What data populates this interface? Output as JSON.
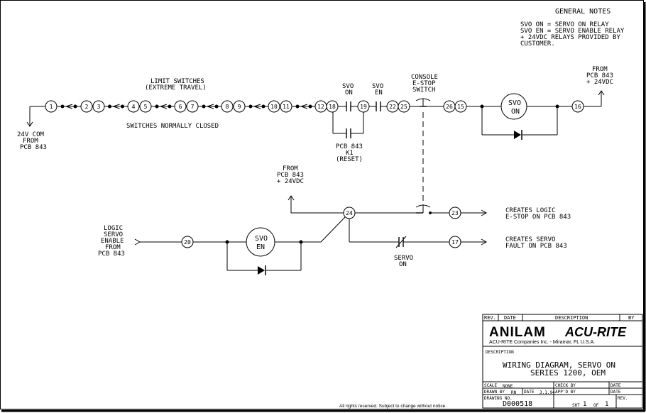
{
  "general_notes": {
    "heading": "GENERAL NOTES",
    "lines": [
      "SVO ON = SERVO ON RELAY",
      "SVO EN = SERVO ENABLE RELAY",
      "+ 24VDC RELAYS PROVIDED BY",
      "CUSTOMER."
    ]
  },
  "labels": {
    "limit_switches": [
      "LIMIT SWITCHES",
      "(EXTREME TRAVEL)"
    ],
    "switches_closed": "SWITCHES NORMALLY CLOSED",
    "com_from": [
      "24V COM",
      "FROM",
      "PCB 843"
    ],
    "svo_on_contact": [
      "SVO",
      "ON"
    ],
    "svo_en_contact": [
      "SVO",
      "EN"
    ],
    "console_estop": [
      "CONSOLE",
      "E-STOP",
      "SWITCH"
    ],
    "from_pcb_right": [
      "FROM",
      "PCB 843",
      "+ 24VDC"
    ],
    "relay_svo_on": [
      "SVO",
      "ON"
    ],
    "pcb_k1": [
      "PCB 843",
      "K1",
      "(RESET)"
    ],
    "from_pcb_mid": [
      "FROM",
      "PCB 843",
      "+ 24VDC"
    ],
    "logic_servo": [
      "LOGIC",
      "SERVO",
      "ENABLE",
      "FROM",
      "PCB 843"
    ],
    "relay_svo_en": [
      "SVO",
      "EN"
    ],
    "creates_logic": [
      "CREATES LOGIC",
      "E-STOP ON PCB 843"
    ],
    "creates_servo": [
      "CREATES SERVO",
      "FAULT ON PCB 843"
    ],
    "servo_on_contact": [
      "SERVO",
      "ON"
    ]
  },
  "nodes": {
    "top": [
      "1",
      "2",
      "3",
      "4",
      "5",
      "6",
      "7",
      "8",
      "9",
      "10",
      "11",
      "12",
      "18",
      "19",
      "22",
      "25",
      "26",
      "15",
      "16"
    ],
    "mid": [
      "24",
      "23",
      "20",
      "17"
    ]
  },
  "title_block": {
    "rev_header": "REV.",
    "date_header": "DATE",
    "description_header": "DESCRIPTION",
    "by_header": "BY",
    "brand_left": "ANILAM",
    "brand_right": "ACU-RITE",
    "company": "ACU-RITE Companies Inc. - Miramar, FL U.S.A.",
    "description_label": "DESCRIPTION",
    "title_line1": "WIRING DIAGRAM, SERVO ON",
    "title_line2": "SERIES 1200, OEM",
    "scale_label": "SCALE",
    "scale_value": "NONE",
    "check_by_label": "CHECK BY",
    "date_label": "DATE",
    "drawn_by_label": "DRAWN BY",
    "drawn_by_value": "RN",
    "drawn_date_value": "3.1.94",
    "appd_by_label": "APP'D BY",
    "drawing_no_label": "DRAWING NO.",
    "drawing_no_value": "D000518",
    "sht_label": "SHT",
    "sht_value": "1",
    "of_label": "OF",
    "of_value": "1",
    "rev_label": "REV."
  },
  "rights": "All rights reserved. Subject to change without notice."
}
